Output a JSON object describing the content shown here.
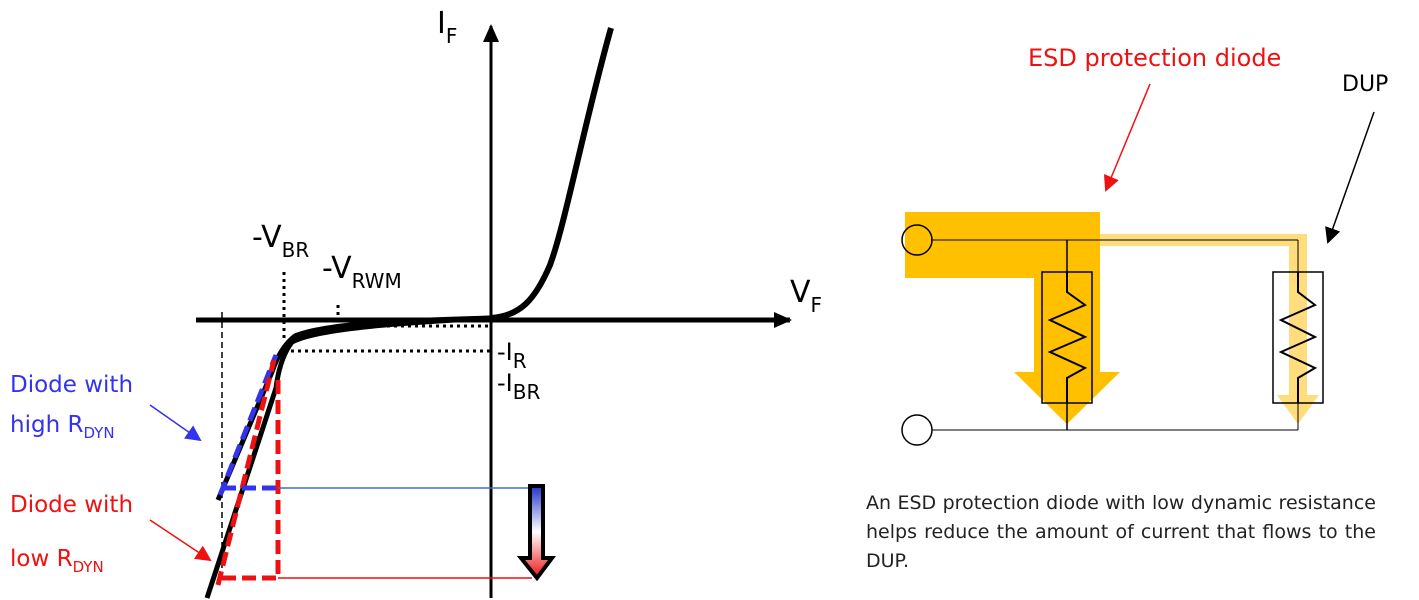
{
  "axes": {
    "y_label": "I",
    "y_sub": "F",
    "x_label": "V",
    "x_sub": "F"
  },
  "markers": {
    "vbr": "-V",
    "vbr_sub": "BR",
    "vrwm": "-V",
    "vrwm_sub": "RWM",
    "ir": "-I",
    "ir_sub": "R",
    "ibr": "-I",
    "ibr_sub": "BR"
  },
  "diode_high": {
    "line1": "Diode with",
    "line2_prefix": "high R",
    "line2_sub": "DYN",
    "color": "#3333ee"
  },
  "diode_low": {
    "line1": "Diode with",
    "line2_prefix": "low R",
    "line2_sub": "DYN",
    "color": "#ee1111"
  },
  "circuit": {
    "esd_label": "ESD protection diode",
    "esd_color": "#ee1111",
    "dup_label": "DUP",
    "flow_color": "#ffc000",
    "caption": "An ESD protection diode with low dynamic resistance helps reduce the amount of current that flows to the DUP."
  }
}
